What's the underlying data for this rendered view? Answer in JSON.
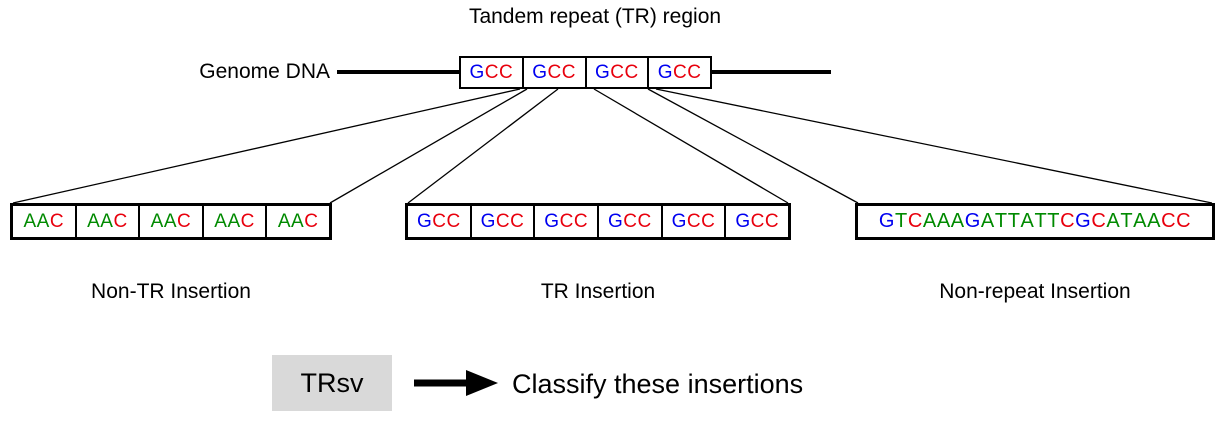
{
  "title": "Tandem repeat (TR) region",
  "genome": {
    "label": "Genome DNA",
    "tr_units": [
      "GCC",
      "GCC",
      "GCC",
      "GCC"
    ]
  },
  "insertions": [
    {
      "id": "non-tr",
      "label": "Non-TR Insertion",
      "units": [
        "AAC",
        "AAC",
        "AAC",
        "AAC",
        "AAC"
      ]
    },
    {
      "id": "tr",
      "label": "TR Insertion",
      "units": [
        "GCC",
        "GCC",
        "GCC",
        "GCC",
        "GCC",
        "GCC"
      ]
    },
    {
      "id": "non-repeat",
      "label": "Non-repeat Insertion",
      "units": [
        "GTCAAAGATTATTCGCATAACC"
      ]
    }
  ],
  "bottom": {
    "tool": "TRsv",
    "caption": "Classify these insertions"
  },
  "base_colors": {
    "A": "#008a00",
    "C": "#e8000d",
    "G": "#0000f0",
    "T": "#008a00"
  },
  "line_color": "#000000",
  "tool_box_color": "#d9d9d9"
}
